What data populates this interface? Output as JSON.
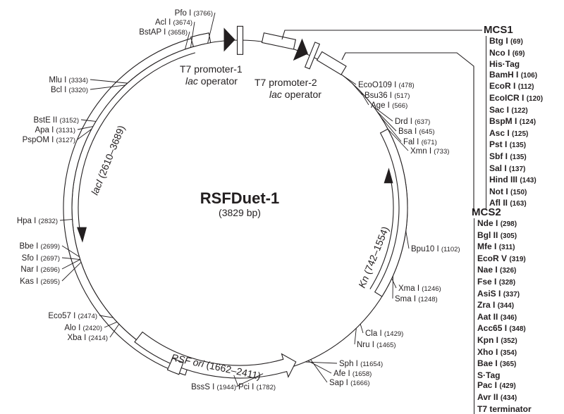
{
  "plasmid": {
    "name": "RSFDuet-1",
    "size_label": "(3829 bp)",
    "total_bp": 3829
  },
  "features": {
    "t7p1": {
      "line1": "T7 promoter-1",
      "italic": "lac",
      "rest": " operator"
    },
    "t7p2": {
      "line1": "T7 promoter-2",
      "italic": "lac",
      "rest": " operator"
    },
    "lacI": {
      "italic": "lacI",
      "range": " (2610–3689)"
    },
    "kn": {
      "italic": "Kn",
      "range": " (742–1554)"
    },
    "ori": {
      "italic": "RSF ori",
      "range": " (1662–2411)"
    }
  },
  "sites": [
    {
      "name": "Pfo I",
      "pos": "(3766)"
    },
    {
      "name": "Acl I",
      "pos": "(3674)"
    },
    {
      "name": "BstAP I",
      "pos": "(3658)"
    },
    {
      "name": "Mlu I",
      "pos": "(3334)"
    },
    {
      "name": "Bcl I",
      "pos": "(3320)"
    },
    {
      "name": "BstE II",
      "pos": "(3152)"
    },
    {
      "name": "Apa I",
      "pos": "(3131)"
    },
    {
      "name": "PspOM I",
      "pos": "(3127)"
    },
    {
      "name": "Hpa I",
      "pos": "(2832)"
    },
    {
      "name": "Bbe I",
      "pos": "(2699)"
    },
    {
      "name": "Sfo I",
      "pos": "(2697)"
    },
    {
      "name": "Nar I",
      "pos": "(2696)"
    },
    {
      "name": "Kas I",
      "pos": "(2695)"
    },
    {
      "name": "Eco57 I",
      "pos": "(2474)"
    },
    {
      "name": "Alo I",
      "pos": "(2420)"
    },
    {
      "name": "Xba I",
      "pos": "(2414)"
    },
    {
      "name": "BssS I",
      "pos": "(1944)"
    },
    {
      "name": "Pci I",
      "pos": "(1782)"
    },
    {
      "name": "Sph I",
      "pos": "(11654)"
    },
    {
      "name": "Afe I",
      "pos": "(1658)"
    },
    {
      "name": "Sap I",
      "pos": "(1666)"
    },
    {
      "name": "Cla I",
      "pos": "(1429)"
    },
    {
      "name": "Nru I",
      "pos": "(1465)"
    },
    {
      "name": "Xma I",
      "pos": "(1246)"
    },
    {
      "name": "Sma I",
      "pos": "(1248)"
    },
    {
      "name": "Bpu10 I",
      "pos": "(1102)"
    },
    {
      "name": "EcoO109 I",
      "pos": "(478)"
    },
    {
      "name": "Bsu36 I",
      "pos": "(517)"
    },
    {
      "name": "Age I",
      "pos": "(566)"
    },
    {
      "name": "Drd I",
      "pos": "(637)"
    },
    {
      "name": "Bsa I",
      "pos": "(645)"
    },
    {
      "name": "Fal I",
      "pos": "(671)"
    },
    {
      "name": "Xmn I",
      "pos": "(733)"
    }
  ],
  "mcs1": {
    "title": "MCS1",
    "items": [
      {
        "name": "Btg I",
        "pos": "(69)"
      },
      {
        "name": "Nco I",
        "pos": "(69)"
      },
      {
        "name": "His·Tag",
        "pos": ""
      },
      {
        "name": "BamH I",
        "pos": "(106)"
      },
      {
        "name": "EcoR I",
        "pos": "(112)"
      },
      {
        "name": "EcoICR I",
        "pos": "(120)"
      },
      {
        "name": "Sac I",
        "pos": "(122)"
      },
      {
        "name": "BspM I",
        "pos": "(124)"
      },
      {
        "name": "Asc I",
        "pos": "(125)"
      },
      {
        "name": "Pst I",
        "pos": "(135)"
      },
      {
        "name": "Sbf I",
        "pos": "(135)"
      },
      {
        "name": "Sal I",
        "pos": "(137)"
      },
      {
        "name": "Hind III",
        "pos": "(143)"
      },
      {
        "name": "Not I",
        "pos": "(150)"
      },
      {
        "name": "Afl II",
        "pos": "(163)"
      }
    ]
  },
  "mcs2": {
    "title": "MCS2",
    "items": [
      {
        "name": "Nde I",
        "pos": "(298)"
      },
      {
        "name": "Bgl II",
        "pos": "(305)"
      },
      {
        "name": "Mfe I",
        "pos": "(311)"
      },
      {
        "name": "EcoR V",
        "pos": "(319)"
      },
      {
        "name": "Nae I",
        "pos": "(326)"
      },
      {
        "name": "Fse I",
        "pos": "(328)"
      },
      {
        "name": "AsiS I",
        "pos": "(337)"
      },
      {
        "name": "Zra I",
        "pos": "(344)"
      },
      {
        "name": "Aat II",
        "pos": "(346)"
      },
      {
        "name": "Acc65 I",
        "pos": "(348)"
      },
      {
        "name": "Kpn I",
        "pos": "(352)"
      },
      {
        "name": "Xho I",
        "pos": "(354)"
      },
      {
        "name": "Bae I",
        "pos": "(365)"
      },
      {
        "name": "S·Tag",
        "pos": ""
      },
      {
        "name": "Pac I",
        "pos": "(429)"
      },
      {
        "name": "Avr II",
        "pos": "(434)"
      },
      {
        "name": "T7 terminator",
        "pos": ""
      }
    ]
  }
}
